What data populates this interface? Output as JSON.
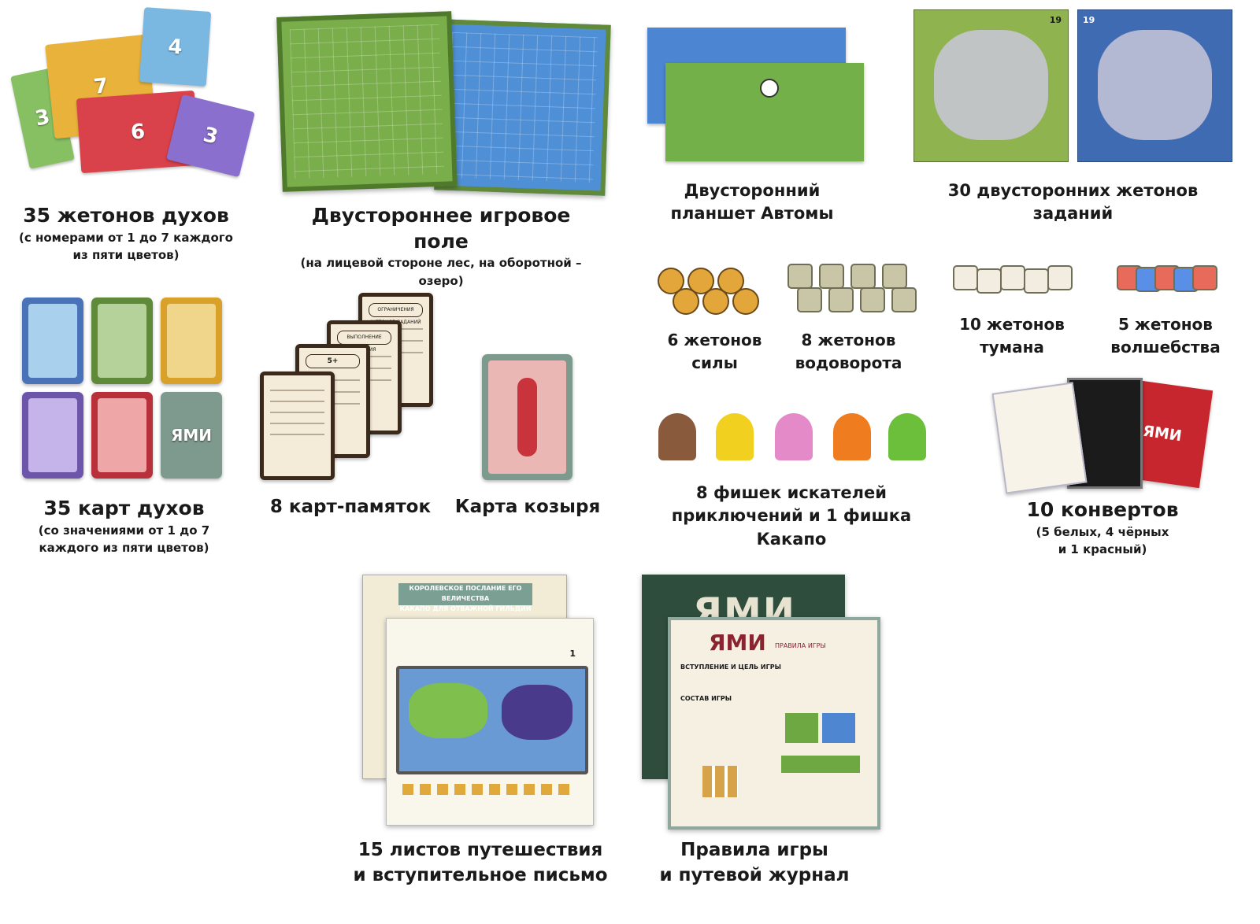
{
  "items": {
    "spirit_tokens": {
      "title": "35 жетонов духов",
      "sub1": "(с номерами от 1 до 7 каждого",
      "sub2": "из пяти цветов)",
      "numbers": [
        "4",
        "7",
        "3",
        "6",
        "3"
      ]
    },
    "game_board": {
      "title": "Двустороннее игровое поле",
      "sub1": "(на лицевой стороне лес, на оборотной –",
      "sub2": "озеро)"
    },
    "automa_board": {
      "line1": "Двусторонний",
      "line2": "планшет Автомы"
    },
    "task_tokens": {
      "line1": "30 двусторонних жетонов",
      "line2": "заданий",
      "badge": "19"
    },
    "power_tokens": {
      "line1": "6 жетонов",
      "line2": "силы"
    },
    "whirlpool_tokens": {
      "line1": "8 жетонов",
      "line2": "водоворота"
    },
    "fog_tokens": {
      "line1": "10 жетонов",
      "line2": "тумана"
    },
    "magic_tokens": {
      "line1": "5 жетонов",
      "line2": "волшебства"
    },
    "spirit_cards": {
      "title": "35 карт духов",
      "sub1": "(со значениями от 1 до 7",
      "sub2": "каждого из пяти цветов)",
      "back_logo": "ЯМИ"
    },
    "reference_cards": {
      "title": "8 карт-памяток",
      "card_titles": [
        "ОГРАНИЧЕНИЯ ЖЕТОНОВ ЗАДАНИЙ",
        "ВЫПОЛНЕНИЕ ЗАДАНИЯ",
        "5+"
      ]
    },
    "trump_card": {
      "title": "Карта козыря"
    },
    "adventurers": {
      "line1": "8 фишек искателей",
      "line2": "приключений и 1 фишка",
      "line3": "Какапо"
    },
    "envelopes": {
      "title": "10 конвертов",
      "sub1": "(5 белых, 4 чёрных",
      "sub2": "и 1 красный)",
      "red_logo": "ЯМИ"
    },
    "journey_sheets": {
      "line1": "15 листов путешествия",
      "line2": "и вступительное письмо",
      "letter_header1": "КОРОЛЕВСКОЕ ПОСЛАНИЕ ЕГО ВЕЛИЧЕСТВА",
      "letter_header2": "КАКАПО ДЛЯ ОТВАЖНОЙ ГИЛЬДИИ",
      "page_no": "1"
    },
    "rulebook": {
      "line1": "Правила игры",
      "line2": "и путевой журнал",
      "cover_logo": "ЯМИ",
      "logo": "ЯМИ",
      "subtitle": "ПРАВИЛА ИГРЫ",
      "section1": "ВСТУПЛЕНИЕ И ЦЕЛЬ ИГРЫ",
      "section2": "СОСТАВ ИГРЫ"
    }
  },
  "colors": {
    "blue": "#6fb0dc",
    "yellow": "#e9b33b",
    "green": "#7cbf5b",
    "red": "#d9424a",
    "purple": "#8a6fcf"
  }
}
